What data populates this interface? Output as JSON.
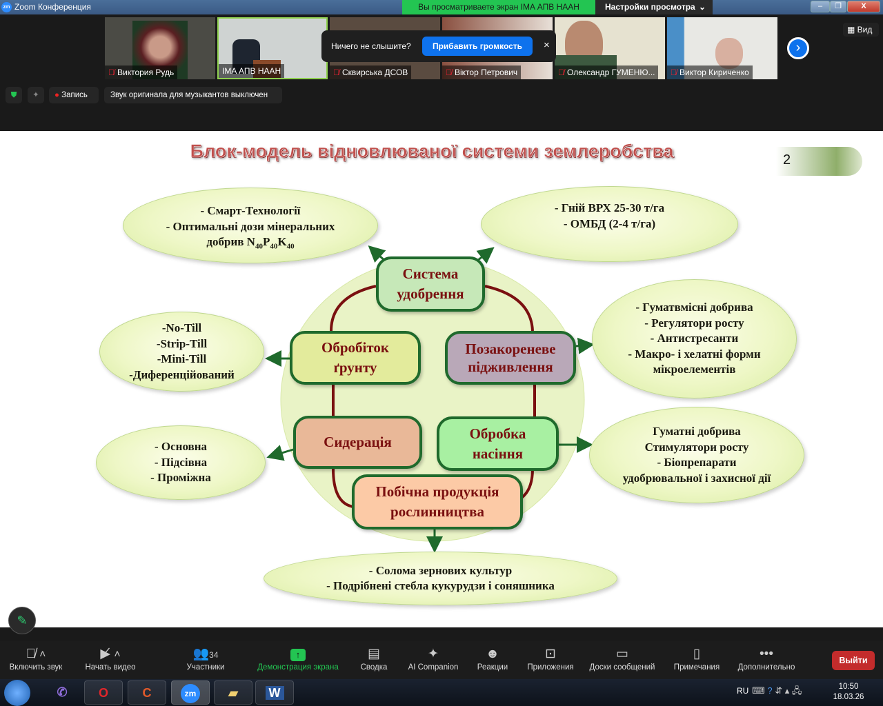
{
  "window": {
    "title": "Zoom Конференция",
    "app_icon": "zm",
    "minimize": "–",
    "restore": "❐",
    "close": "X"
  },
  "share_banner": "Вы просматриваете экран IMA АПВ НААН",
  "view_settings": "Настройки просмотра",
  "view_button": "Вид",
  "participants": [
    {
      "name": "Виктория Рудь",
      "muted": true
    },
    {
      "name": "IMA АПВ НААН",
      "muted": false
    },
    {
      "name": "Сквирська ДСОВ",
      "muted": true
    },
    {
      "name": "Віктор Петрович",
      "muted": true
    },
    {
      "name": "Олександр ГУМЕНЮ...",
      "muted": true
    },
    {
      "name": "Виктор Кириченко",
      "muted": true
    }
  ],
  "popup": {
    "question": "Ничего не слышите?",
    "button": "Прибавить громкость",
    "close": "×"
  },
  "status": {
    "record": "Запись",
    "original_sound": "Звук оригинала для музыкантов выключен"
  },
  "slide": {
    "title": "Блок-модель відновлюваної системи землеробства",
    "number": "2",
    "ellipses": {
      "top_left": [
        "- Смарт-Технології",
        "- Оптимальні дози мінеральних",
        "добрив N40P40K40"
      ],
      "top_right": [
        "- Гній ВРХ 25-30 т/га",
        "- ОМБД (2-4 т/га)"
      ],
      "mid_left": [
        "-No-Till",
        "-Strip-Till",
        "-Mini-Till",
        "-Диференційований"
      ],
      "mid_right": [
        "- Гуматвмісні добрива",
        "- Регулятори росту",
        "- Антистресанти",
        "- Макро- і хелатні форми",
        "мікроелементів"
      ],
      "low_left": [
        "- Основна",
        "- Підсівна",
        "- Проміжна"
      ],
      "low_right": [
        "Гуматні добрива",
        "Стимулятори росту",
        "- Біопрепарати",
        "удобрювальної і захисної дії"
      ],
      "bottom": [
        "- Солома зернових культур",
        "- Подрібнені стебла кукурудзи і соняшника"
      ]
    },
    "boxes": {
      "fertilizer": [
        "Система",
        "удобрення"
      ],
      "tillage": [
        "Обробіток",
        "ґрунту"
      ],
      "foliar": [
        "Позакореневе",
        "підживлення"
      ],
      "green_manure": [
        "Сидерація"
      ],
      "seed": [
        "Обробка",
        "насіння"
      ],
      "byproduct": [
        "Побічна продукція",
        "рослинництва"
      ]
    },
    "colors": {
      "fertilizer": "#c6e8b8",
      "tillage": "#e3eb9c",
      "foliar": "#b9a8b8",
      "green_manure": "#e9b898",
      "seed": "#a8f0a2",
      "byproduct": "#fccaa6",
      "title": "#c0504d"
    }
  },
  "toolbar": [
    {
      "label": "Включить звук",
      "icon": "mic-muted-icon"
    },
    {
      "label": "Начать видео",
      "icon": "video-off-icon"
    },
    {
      "label": "Участники",
      "icon": "participants-icon",
      "count": "34"
    },
    {
      "label": "Демонстрация экрана",
      "icon": "share-screen-icon"
    },
    {
      "label": "Сводка",
      "icon": "summary-icon"
    },
    {
      "label": "AI Companion",
      "icon": "ai-companion-icon"
    },
    {
      "label": "Реакции",
      "icon": "reactions-icon"
    },
    {
      "label": "Приложения",
      "icon": "apps-icon"
    },
    {
      "label": "Доски сообщений",
      "icon": "whiteboard-icon"
    },
    {
      "label": "Примечания",
      "icon": "notes-icon"
    },
    {
      "label": "Дополнительно",
      "icon": "more-icon"
    }
  ],
  "leave": "Выйти",
  "taskbar": {
    "lang": "RU",
    "time": "10:50",
    "date": "18.03.26",
    "apps": [
      "start",
      "viber",
      "opera",
      "ccleaner",
      "zoom",
      "explorer",
      "word"
    ]
  }
}
